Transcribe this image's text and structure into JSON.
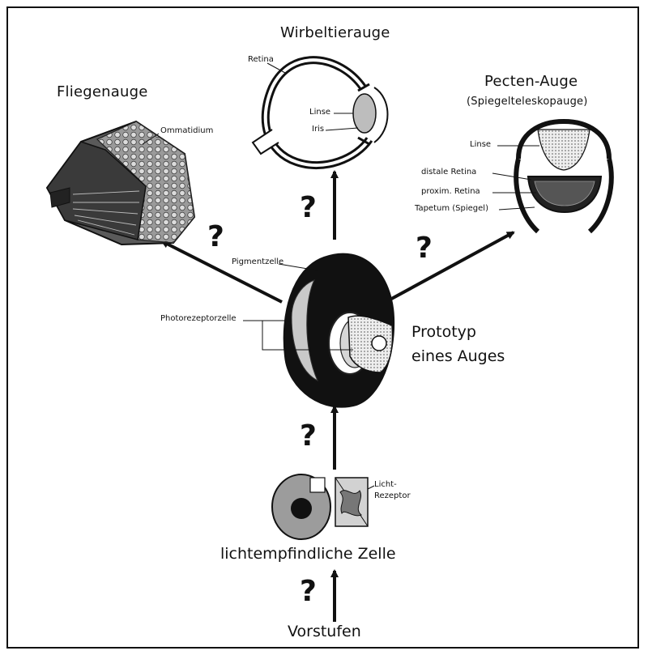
{
  "titles": {
    "fly_eye": "Fliegenauge",
    "vertebrate_eye": "Wirbeltierauge",
    "pecten_eye": "Pecten-Auge",
    "pecten_sub": "(Spiegelteleskopauge)",
    "prototype_line1": "Prototyp",
    "prototype_line2": "eines Auges",
    "cell": "lichtempfindliche Zelle",
    "precursors": "Vorstufen"
  },
  "labels": {
    "ommatidium": "Ommatidium",
    "retina": "Retina",
    "linse_vert": "Linse",
    "iris": "Iris",
    "linse_pecten": "Linse",
    "distal_retina": "distale Retina",
    "proxim_retina": "proxim. Retina",
    "tapetum": "Tapetum (Spiegel)",
    "pigment_cell": "Pigmentzelle",
    "photoreceptor_cell": "Photorezeptorzelle",
    "light_receptor_1": "Licht-",
    "light_receptor_2": "Rezeptor"
  },
  "question_marks": {
    "fly": "?",
    "vertebrate": "?",
    "pecten": "?",
    "prototype": "?",
    "cell": "?"
  }
}
